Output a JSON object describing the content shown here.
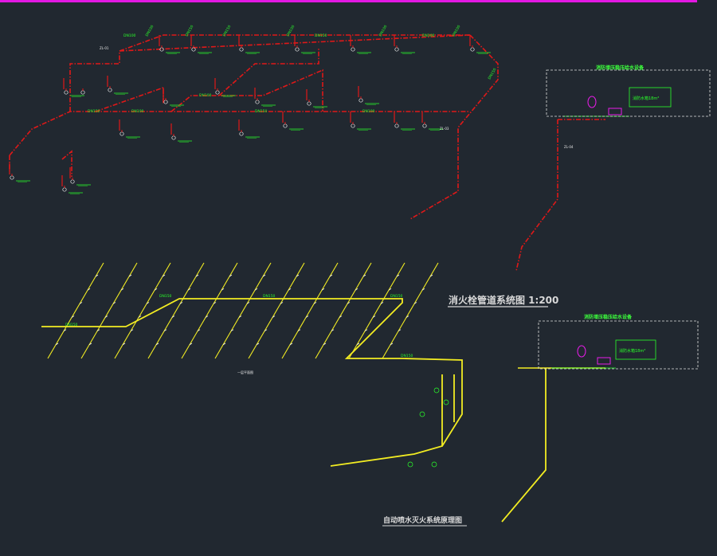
{
  "drawing": {
    "hydrant_title": "消火栓管道系统图 1:200",
    "sprinkler_title": "自动喷水灭火系统原理图",
    "tank_box_title": "消防增压稳压给水设备",
    "tank_label": "消防水箱18m³",
    "sprinkler_layer_note": "一层平面图"
  },
  "colors": {
    "background": "#212830",
    "hydrant_pipe": "#e01818",
    "sprinkler_pipe": "#f2ec22",
    "annotation": "#2aff2a",
    "equipment": "#e81ce8",
    "frame": "#e0e0e0",
    "title_bar": "#e218e2"
  },
  "pipe_labels": {
    "hydrant": [
      "DN100",
      "DN150",
      "DN100",
      "DN100",
      "DN100",
      "DN150",
      "DN150",
      "DN100",
      "DN100",
      "DN150",
      "DN150",
      "DN100",
      "DN100",
      "DN100",
      "DN150"
    ],
    "sprinkler": [
      "DN150",
      "DN150",
      "DN150",
      "DN150",
      "DN150"
    ]
  },
  "riser_labels": [
    "ZL-01",
    "ZL-02",
    "ZL-03",
    "ZL-04"
  ]
}
